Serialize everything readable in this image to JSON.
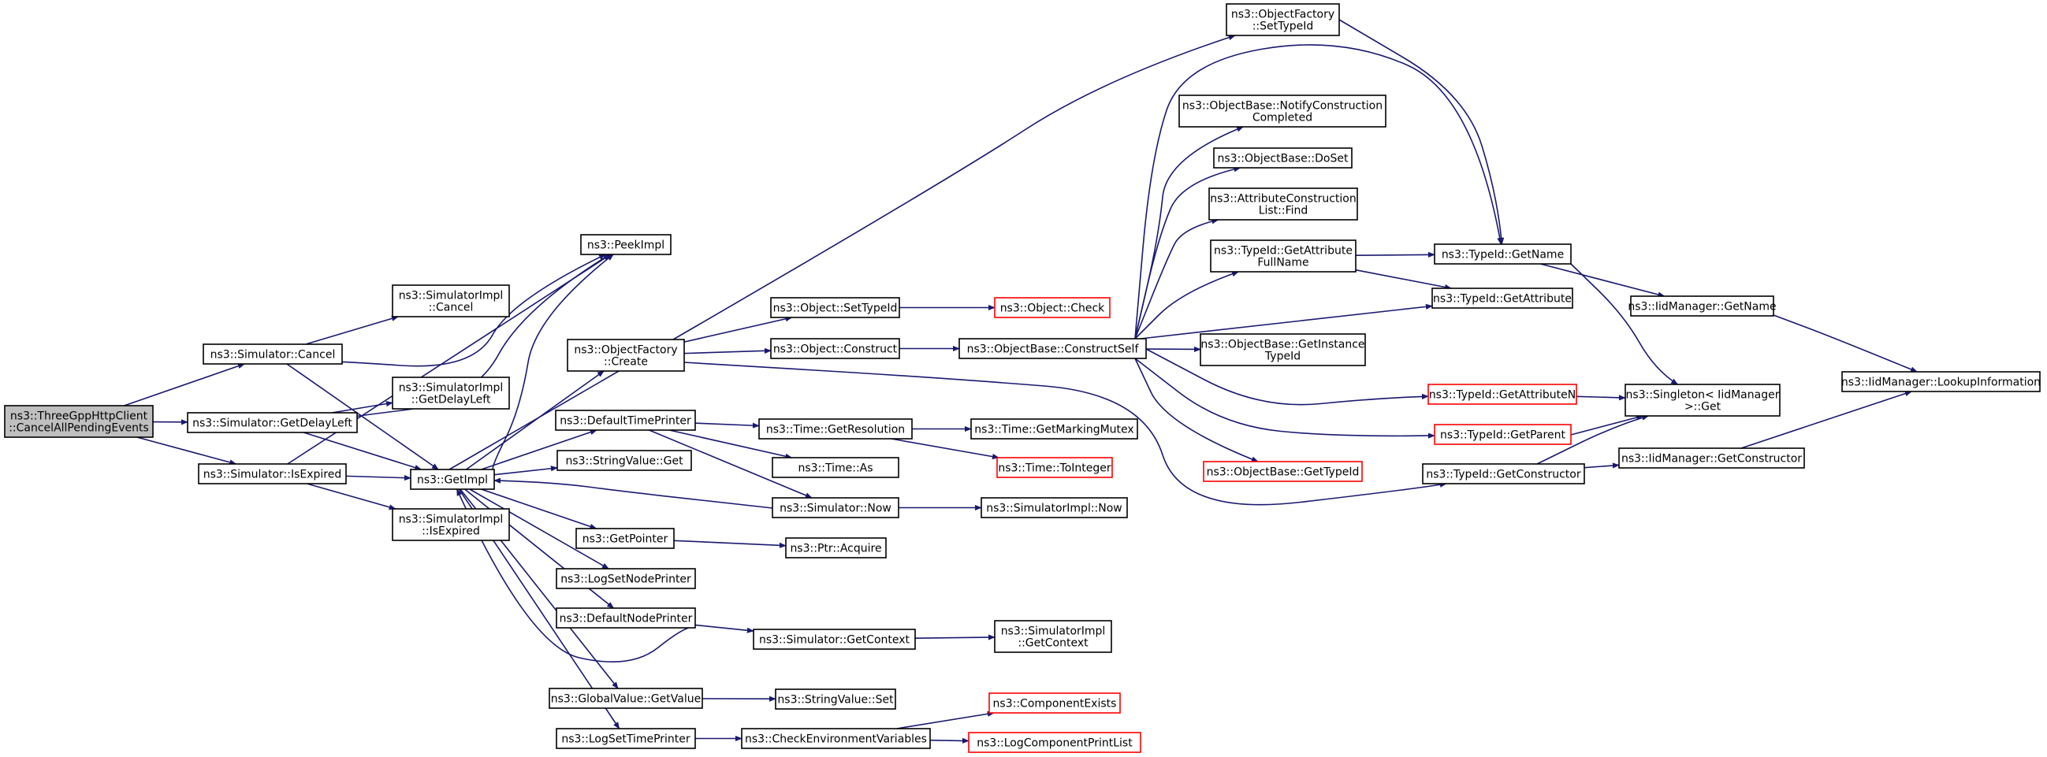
{
  "diagram": {
    "type": "call-graph",
    "edge_color": "#191970",
    "highlight_border_color": "#ff0000",
    "root_fill": "#bfbfbf",
    "nodes": [
      {
        "id": "root",
        "lines": [
          "ns3::ThreeGppHttpClient",
          "::CancelAllPendingEvents"
        ],
        "style": "root"
      },
      {
        "id": "simcancel",
        "lines": [
          "ns3::Simulator::Cancel"
        ]
      },
      {
        "id": "simgetdelayleft",
        "lines": [
          "ns3::Simulator::GetDelayLeft"
        ]
      },
      {
        "id": "simisexpired",
        "lines": [
          "ns3::Simulator::IsExpired"
        ]
      },
      {
        "id": "implcancel",
        "lines": [
          "ns3::SimulatorImpl",
          "::Cancel"
        ]
      },
      {
        "id": "implgetdelayleft",
        "lines": [
          "ns3::SimulatorImpl",
          "::GetDelayLeft"
        ]
      },
      {
        "id": "implisexpired",
        "lines": [
          "ns3::SimulatorImpl",
          "::IsExpired"
        ]
      },
      {
        "id": "peekimpl",
        "lines": [
          "ns3::PeekImpl"
        ]
      },
      {
        "id": "getimpl",
        "lines": [
          "ns3::GetImpl"
        ]
      },
      {
        "id": "ofcreate",
        "lines": [
          "ns3::ObjectFactory",
          "::Create"
        ]
      },
      {
        "id": "deftimeprinter",
        "lines": [
          "ns3::DefaultTimePrinter"
        ]
      },
      {
        "id": "stringvalueget",
        "lines": [
          "ns3::StringValue::Get"
        ]
      },
      {
        "id": "getpointer",
        "lines": [
          "ns3::GetPointer"
        ]
      },
      {
        "id": "logsetnodeprinter",
        "lines": [
          "ns3::LogSetNodePrinter"
        ]
      },
      {
        "id": "defnodeprinter",
        "lines": [
          "ns3::DefaultNodePrinter"
        ]
      },
      {
        "id": "gvgetvalue",
        "lines": [
          "ns3::GlobalValue::GetValue"
        ]
      },
      {
        "id": "logsettimeprinter",
        "lines": [
          "ns3::LogSetTimePrinter"
        ]
      },
      {
        "id": "objsettypeid",
        "lines": [
          "ns3::Object::SetTypeId"
        ]
      },
      {
        "id": "objconstruct",
        "lines": [
          "ns3::Object::Construct"
        ]
      },
      {
        "id": "timegetres",
        "lines": [
          "ns3::Time::GetResolution"
        ]
      },
      {
        "id": "timeas",
        "lines": [
          "ns3::Time::As"
        ]
      },
      {
        "id": "simnow",
        "lines": [
          "ns3::Simulator::Now"
        ]
      },
      {
        "id": "ptracquire",
        "lines": [
          "ns3::Ptr::Acquire"
        ]
      },
      {
        "id": "simgetcontext",
        "lines": [
          "ns3::Simulator::GetContext"
        ]
      },
      {
        "id": "stringvalueset",
        "lines": [
          "ns3::StringValue::Set"
        ]
      },
      {
        "id": "checkenv",
        "lines": [
          "ns3::CheckEnvironmentVariables"
        ]
      },
      {
        "id": "objcheck",
        "lines": [
          "ns3::Object::Check"
        ],
        "style": "red"
      },
      {
        "id": "obconstructself",
        "lines": [
          "ns3::ObjectBase::ConstructSelf"
        ]
      },
      {
        "id": "timegetmutex",
        "lines": [
          "ns3::Time::GetMarkingMutex"
        ]
      },
      {
        "id": "timetointeger",
        "lines": [
          "ns3::Time::ToInteger"
        ],
        "style": "red"
      },
      {
        "id": "implnow",
        "lines": [
          "ns3::SimulatorImpl::Now"
        ]
      },
      {
        "id": "implgetcontext",
        "lines": [
          "ns3::SimulatorImpl",
          "::GetContext"
        ]
      },
      {
        "id": "compexists",
        "lines": [
          "ns3::ComponentExists"
        ],
        "style": "red"
      },
      {
        "id": "logcompprint",
        "lines": [
          "ns3::LogComponentPrintList"
        ],
        "style": "red"
      },
      {
        "id": "ofsettypeid",
        "lines": [
          "ns3::ObjectFactory",
          "::SetTypeId"
        ]
      },
      {
        "id": "obnotify",
        "lines": [
          "ns3::ObjectBase::NotifyConstruction",
          "Completed"
        ]
      },
      {
        "id": "obdoset",
        "lines": [
          "ns3::ObjectBase::DoSet"
        ]
      },
      {
        "id": "acfind",
        "lines": [
          "ns3::AttributeConstruction",
          "List::Find"
        ]
      },
      {
        "id": "tidgetattrfull",
        "lines": [
          "ns3::TypeId::GetAttribute",
          "FullName"
        ]
      },
      {
        "id": "obgetinstancetid",
        "lines": [
          "ns3::ObjectBase::GetInstance",
          "TypeId"
        ]
      },
      {
        "id": "obgettypeid",
        "lines": [
          "ns3::ObjectBase::GetTypeId"
        ],
        "style": "red"
      },
      {
        "id": "tidgetname",
        "lines": [
          "ns3::TypeId::GetName"
        ]
      },
      {
        "id": "tidgetattr",
        "lines": [
          "ns3::TypeId::GetAttribute"
        ]
      },
      {
        "id": "tidgetattrn",
        "lines": [
          "ns3::TypeId::GetAttributeN"
        ],
        "style": "red"
      },
      {
        "id": "tidgetparent",
        "lines": [
          "ns3::TypeId::GetParent"
        ],
        "style": "red"
      },
      {
        "id": "tidgetconstructor",
        "lines": [
          "ns3::TypeId::GetConstructor"
        ]
      },
      {
        "id": "iidgetname",
        "lines": [
          "ns3::IidManager::GetName"
        ]
      },
      {
        "id": "singletonget",
        "lines": [
          "ns3::Singleton< IidManager",
          ">::Get"
        ]
      },
      {
        "id": "iidgetconstructor",
        "lines": [
          "ns3::IidManager::GetConstructor"
        ]
      },
      {
        "id": "iidlookup",
        "lines": [
          "ns3::IidManager::LookupInformation"
        ]
      }
    ]
  }
}
